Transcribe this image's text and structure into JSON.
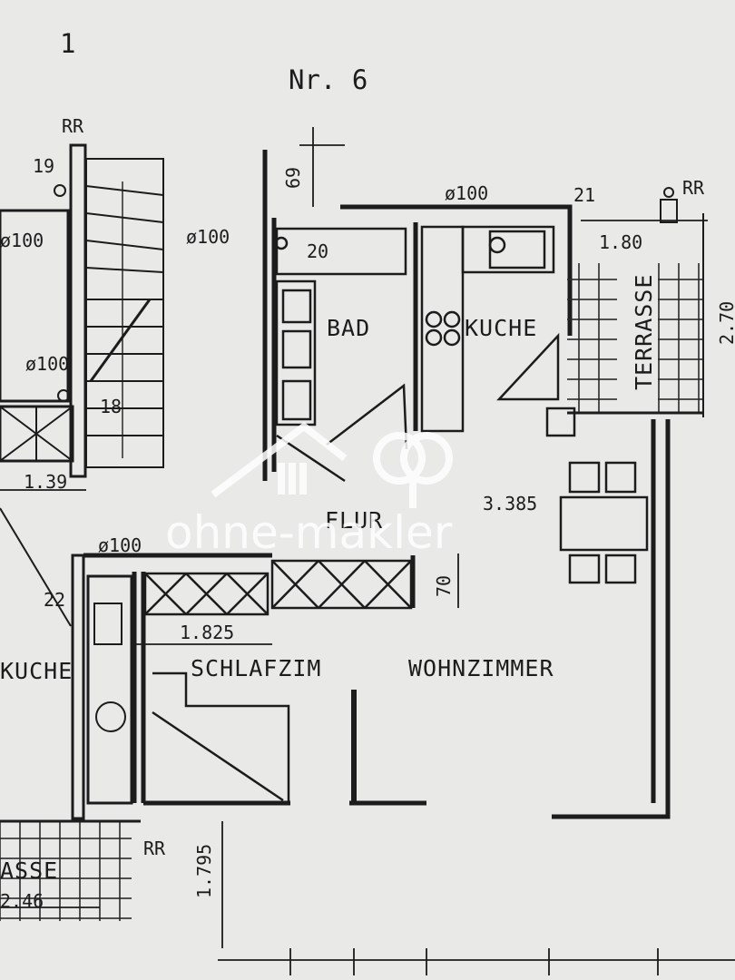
{
  "header": {
    "page_number": "1",
    "unit_number": "Nr. 6"
  },
  "rooms": {
    "bad": "BAD",
    "kueche_main": "KUCHE",
    "kueche_left": "KUCHE",
    "terrasse": "TERRASSE",
    "flur": "FLUR",
    "schlafzimmer": "SCHLAFZIM",
    "wohnzimmer": "WOHNZIMMER",
    "terrasse_left_partial": "ASSE"
  },
  "annotations": {
    "rr_top_left": "RR",
    "rr_top_right": "RR",
    "rr_bottom": "RR",
    "num_19": "19",
    "num_21": "21",
    "num_22": "22",
    "num_18": "18",
    "pipe_top": "ø100",
    "pipe_stair": "ø100",
    "pipe_left_upper": "ø100",
    "pipe_left_lower": "ø100",
    "pipe_mid": "ø100",
    "tub": "20"
  },
  "dimensions": {
    "d_69": "69",
    "d_180": "1.80",
    "d_270": "2.70",
    "d_139": "1.39",
    "d_3385": "3.385",
    "d_70": "70",
    "d_1825": "1.825",
    "d_1795": "1.795",
    "d_246": "2.46"
  },
  "watermark": {
    "text": "ohne-makler"
  }
}
